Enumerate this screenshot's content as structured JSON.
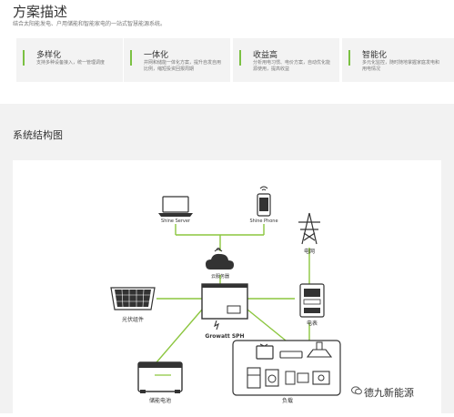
{
  "header": {
    "title": "方案描述",
    "subtitle": "结合太阳能发电、户用储能和智能家电的一站式智慧能源系统。"
  },
  "features": [
    {
      "title": "多样化",
      "desc": "支持多种设备接入，统一管理调度"
    },
    {
      "title": "一体化",
      "desc": "并网和储能一体化方案，提升自发自用比例，缩短投资回报周期"
    },
    {
      "title": "收益高",
      "desc": "分析用电习惯、电价方案，自动优化能源使用，提高收益"
    },
    {
      "title": "智能化",
      "desc": "多元化监控，随时随地掌握家庭发电和用电情况"
    }
  ],
  "structure": {
    "title": "系统结构图",
    "labels": {
      "shine_server": "Shine Server",
      "shine_phone": "Shine Phone",
      "grid": "电网",
      "cloud": "云服务器",
      "pv": "光伏组件",
      "inverter": "Growatt SPH",
      "meter": "电表",
      "battery": "储能电池",
      "load": "负载"
    }
  },
  "watermark": "德九新能源",
  "colors": {
    "accent": "#7bc143",
    "line": "#8cc63f",
    "dark": "#333333"
  }
}
